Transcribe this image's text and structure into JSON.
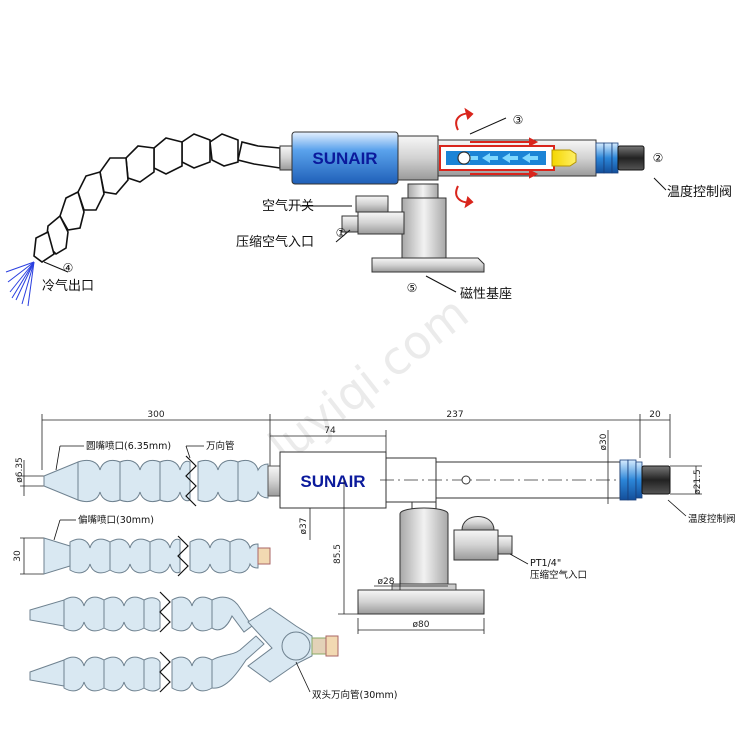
{
  "brand": "SUNAIR",
  "watermark": "luyiqi.com",
  "top": {
    "callouts": {
      "c1": "①",
      "c2": "②",
      "c3": "③",
      "c4": "④",
      "c5": "⑤"
    },
    "labels": {
      "air_switch": "空气开关",
      "air_inlet": "压缩空气入口",
      "temp_valve": "温度控制阀",
      "cold_outlet": "冷气出口",
      "magnetic_base": "磁性基座"
    }
  },
  "bottom": {
    "dims": {
      "d300": "300",
      "d237": "237",
      "d20": "20",
      "d74": "74",
      "d635": "ø6.35",
      "d30a": "ø30",
      "d215": "ø21.5",
      "d37": "ø37",
      "d855": "85.5",
      "d28": "ø28",
      "d80": "ø80",
      "d30b": "30"
    },
    "labels": {
      "round_nozzle": "圆嘴喷口(6.35mm)",
      "universal_tube": "万向管",
      "flat_nozzle": "偏嘴喷口(30mm)",
      "temp_valve": "温度控制阀",
      "pt": "PT1/4\"",
      "air_inlet": "压缩空气入口",
      "double_tube": "双头万向管(30mm)"
    }
  },
  "colors": {
    "brand": "#0b1a9c",
    "blue_body": "#2f7fd6",
    "red": "#d9251c",
    "cyan": "#19a9e8"
  }
}
